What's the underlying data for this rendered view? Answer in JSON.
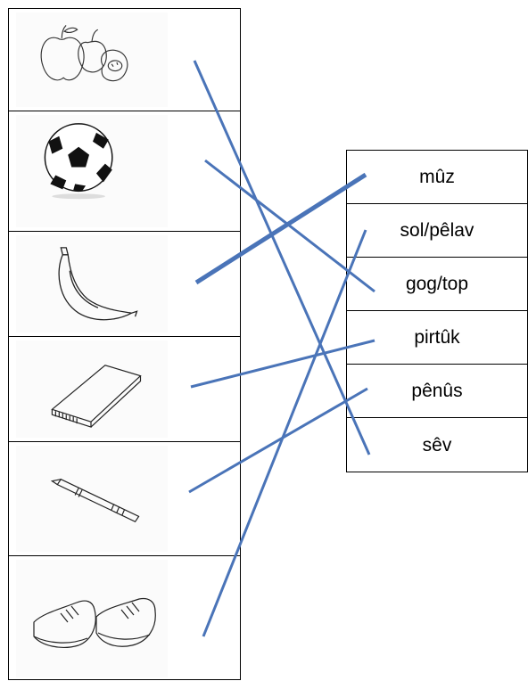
{
  "left_items": [
    {
      "icon": "apple-icon"
    },
    {
      "icon": "soccer-ball-icon"
    },
    {
      "icon": "banana-icon"
    },
    {
      "icon": "notebook-icon"
    },
    {
      "icon": "pen-icon"
    },
    {
      "icon": "sneakers-icon"
    }
  ],
  "words": [
    "mûz",
    "sol/pêlav",
    "gog/top",
    "pirtûk",
    "pênûs",
    "sêv"
  ],
  "line_color": "#4a74b8"
}
